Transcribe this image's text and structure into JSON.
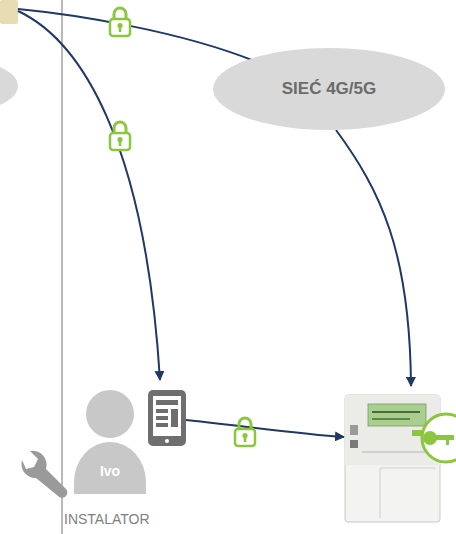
{
  "diagram": {
    "nodes": [
      {
        "text": [
          "SIEĆ 4G/5G"
        ]
      },
      {
        "text": [
          "Ivo",
          "INSTALATOR"
        ]
      }
    ]
  }
}
